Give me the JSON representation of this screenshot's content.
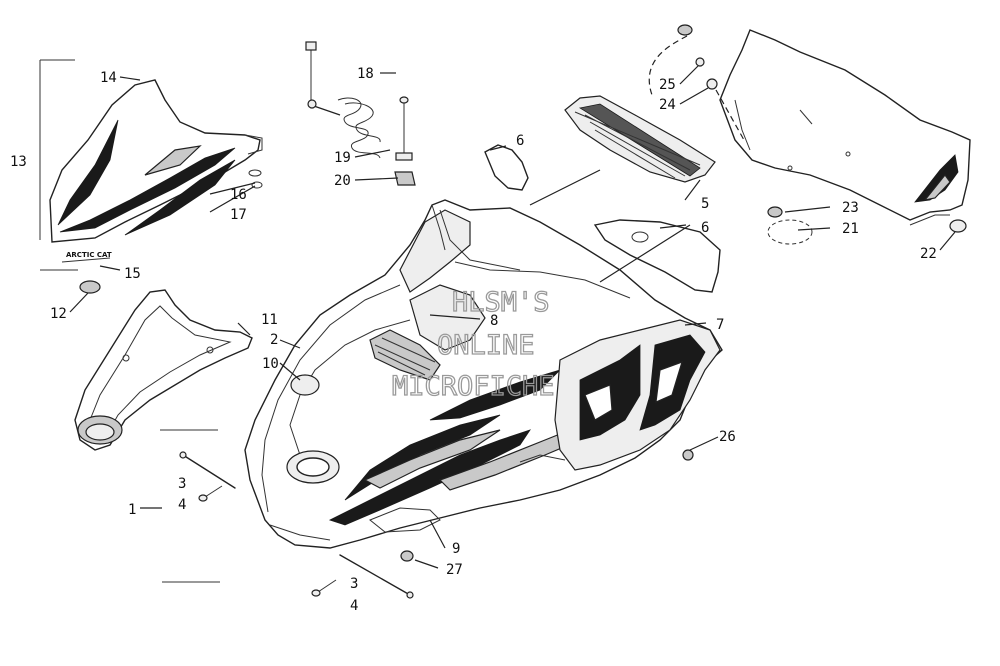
{
  "diagram": {
    "callouts": {
      "c1": "1",
      "c2": "2",
      "c3a": "3",
      "c3b": "3",
      "c4a": "4",
      "c4b": "4",
      "c5": "5",
      "c6a": "6",
      "c6b": "6",
      "c7": "7",
      "c8": "8",
      "c9": "9",
      "c10": "10",
      "c11": "11",
      "c12": "12",
      "c13": "13",
      "c14": "14",
      "c15": "15",
      "c16": "16",
      "c17": "17",
      "c18": "18",
      "c19": "19",
      "c20": "20",
      "c21": "21",
      "c22": "22",
      "c23": "23",
      "c24": "24",
      "c25": "25",
      "c26": "26",
      "c27": "27"
    },
    "logo_text": "ARCTIC CAT",
    "watermark": [
      "HLSM'S",
      "ONLINE",
      "MICROFICHE"
    ]
  }
}
